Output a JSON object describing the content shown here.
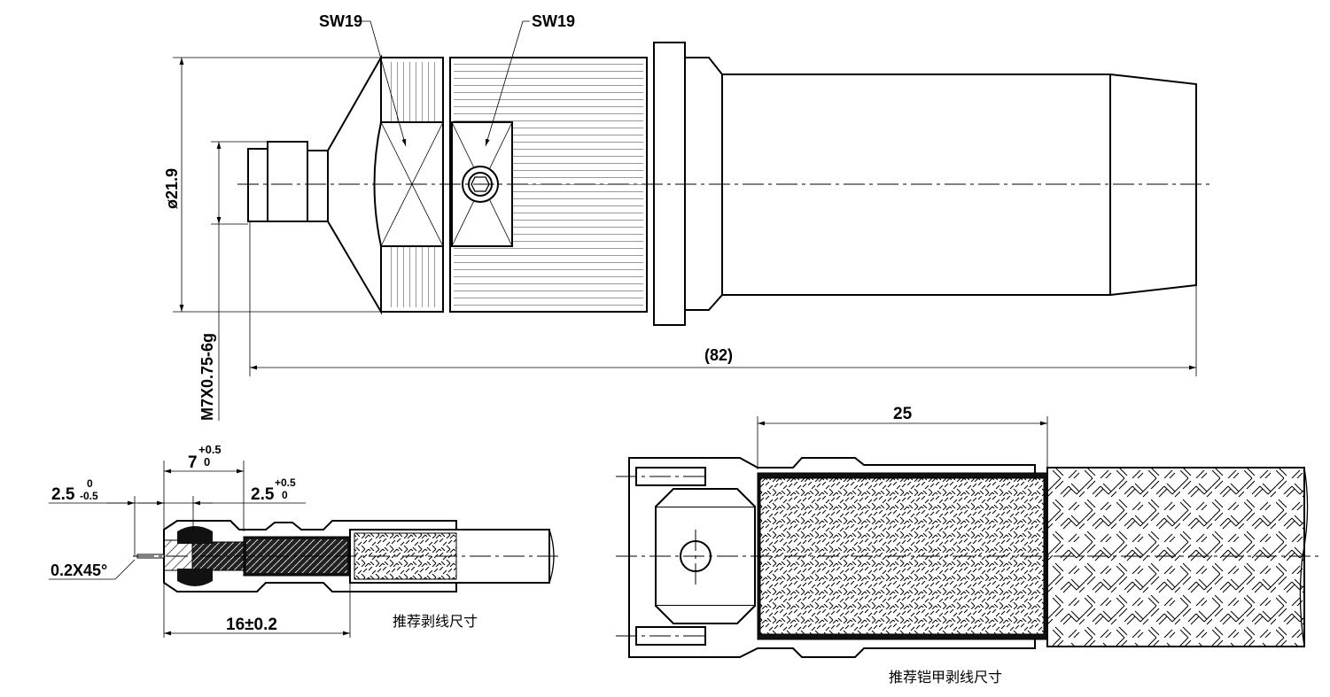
{
  "main_view": {
    "wrench_label_left": "SW19",
    "wrench_label_right": "SW19",
    "diameter_dim": "ø21.9",
    "thread_dim": "M7X0.75-6g",
    "overall_length_dim": "(82)"
  },
  "strip_view": {
    "dim_7": "7",
    "dim_7_upper_tol": "+0.5",
    "dim_7_lower_tol": "0",
    "dim_2_5_left": "2.5",
    "dim_2_5_left_upper_tol": "0",
    "dim_2_5_left_lower_tol": "-0.5",
    "dim_2_5_right": "2.5",
    "dim_2_5_right_upper_tol": "+0.5",
    "dim_2_5_right_lower_tol": "0",
    "chamfer": "0.2X45°",
    "dim_16": "16±0.2",
    "caption": "推荐剥线尺寸"
  },
  "armor_view": {
    "dim_25": "25",
    "caption": "推荐铠甲剥线尺寸"
  }
}
